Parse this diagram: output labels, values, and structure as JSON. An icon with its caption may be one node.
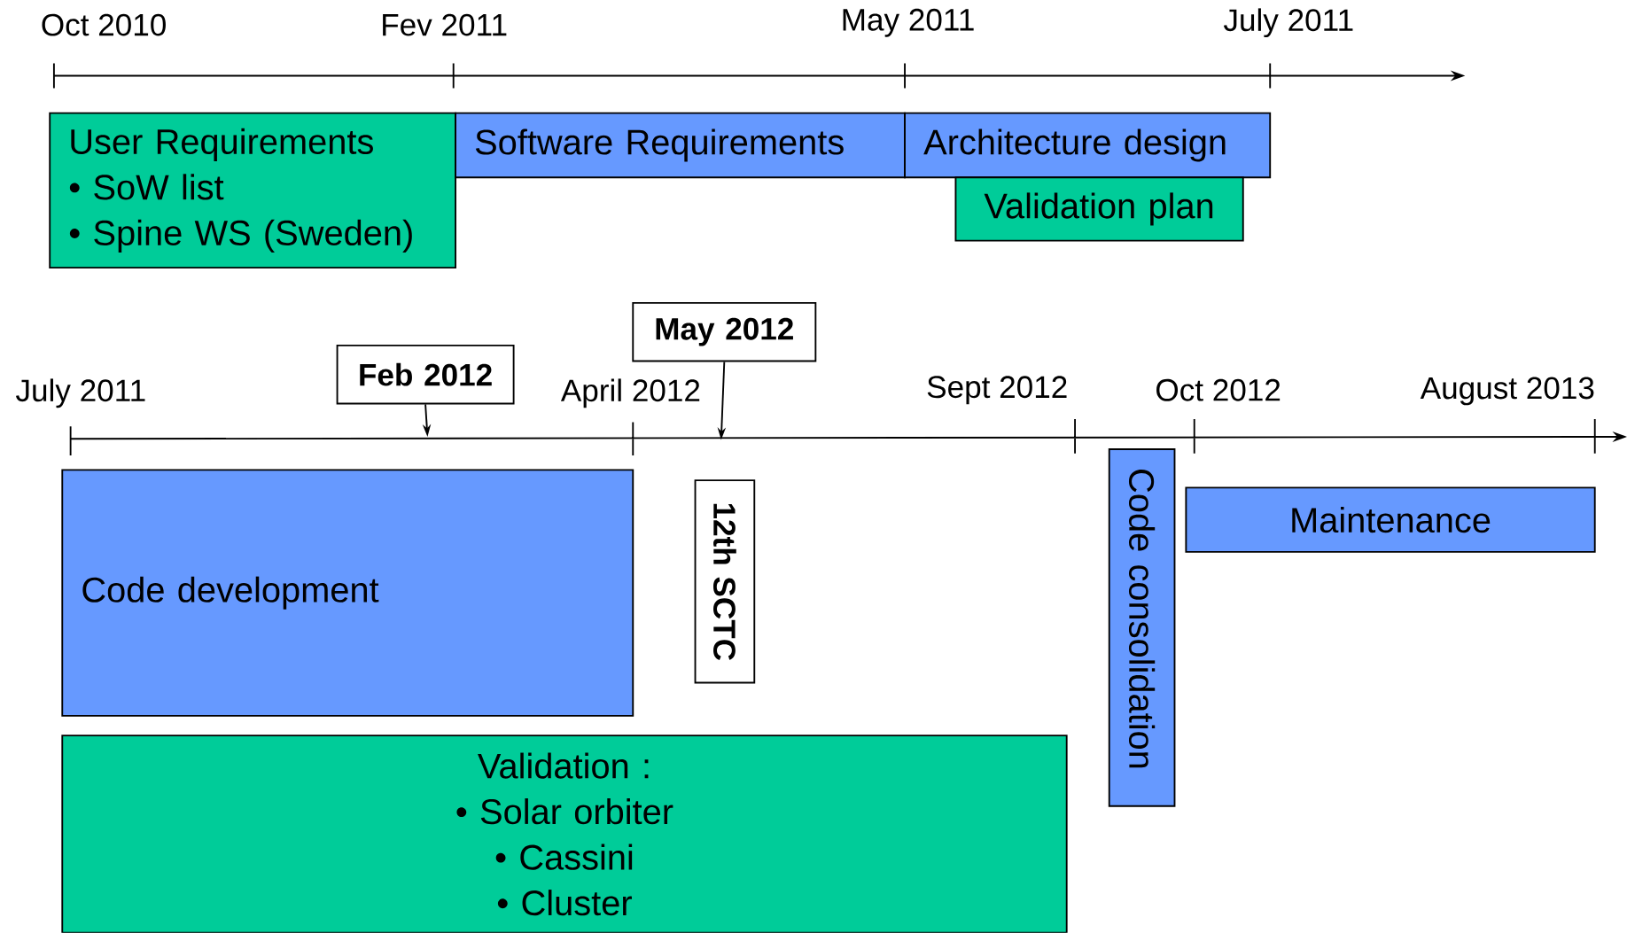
{
  "diagram": {
    "nodes": [
      {
        "text": [
          "User Requirements",
          "• SoW list",
          "• Spine WS (Sweden)"
        ]
      },
      {
        "text": [
          "Software Requirements"
        ]
      },
      {
        "text": [
          "Architecture design"
        ]
      },
      {
        "text": [
          "Validation plan"
        ]
      },
      {
        "text": [
          "Feb 2012"
        ]
      },
      {
        "text": [
          "May 2012"
        ]
      },
      {
        "text": [
          "Code development"
        ]
      },
      {
        "text": [
          "12th SCTC"
        ]
      },
      {
        "text": [
          "Code consolidation"
        ]
      },
      {
        "text": [
          "Maintenance"
        ]
      },
      {
        "text": [
          "Validation :",
          "• Solar orbiter",
          "• Cassini",
          "• Cluster"
        ]
      }
    ],
    "edges": [
      {
        "from": 4,
        "to": null,
        "arrow": "to"
      },
      {
        "from": 5,
        "to": null,
        "arrow": "to"
      }
    ],
    "labels": [
      "Oct 2010",
      "Fev 2011",
      "May 2011",
      "July 2011",
      "July 2011",
      "April 2012",
      "Sept 2012",
      "Oct 2012",
      "August 2013"
    ]
  }
}
